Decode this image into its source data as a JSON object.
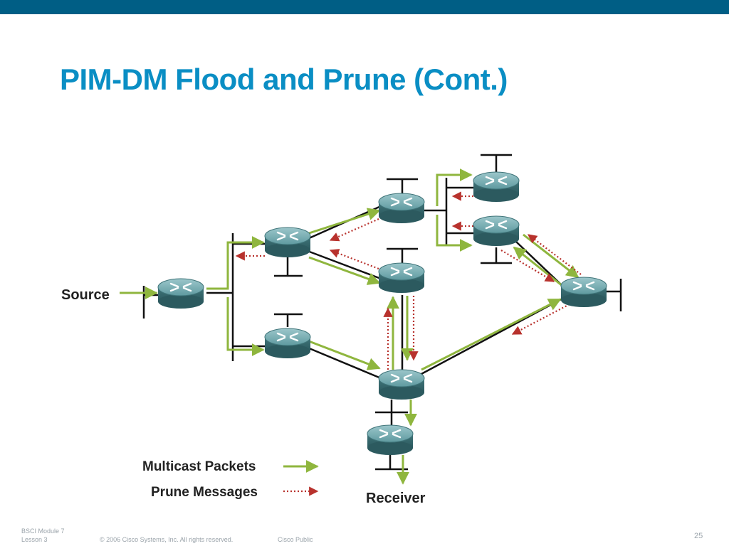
{
  "slide": {
    "title": "PIM-DM Flood and Prune (Cont.)"
  },
  "diagram": {
    "source_label": "Source",
    "receiver_label": "Receiver"
  },
  "legend": {
    "multicast_label": "Multicast Packets",
    "prune_label": "Prune Messages"
  },
  "colors": {
    "topbar": "#005e85",
    "title": "#0a8ec4",
    "multicast_arrow": "#8fb63e",
    "prune_arrow": "#b8322d",
    "link": "#111111",
    "router": "#4f8a90"
  },
  "footer": {
    "module": "BSCI Module 7",
    "lesson": "Lesson 3",
    "copyright": "© 2006 Cisco Systems, Inc. All rights reserved.",
    "classification": "Cisco Public",
    "page_number": "25"
  }
}
